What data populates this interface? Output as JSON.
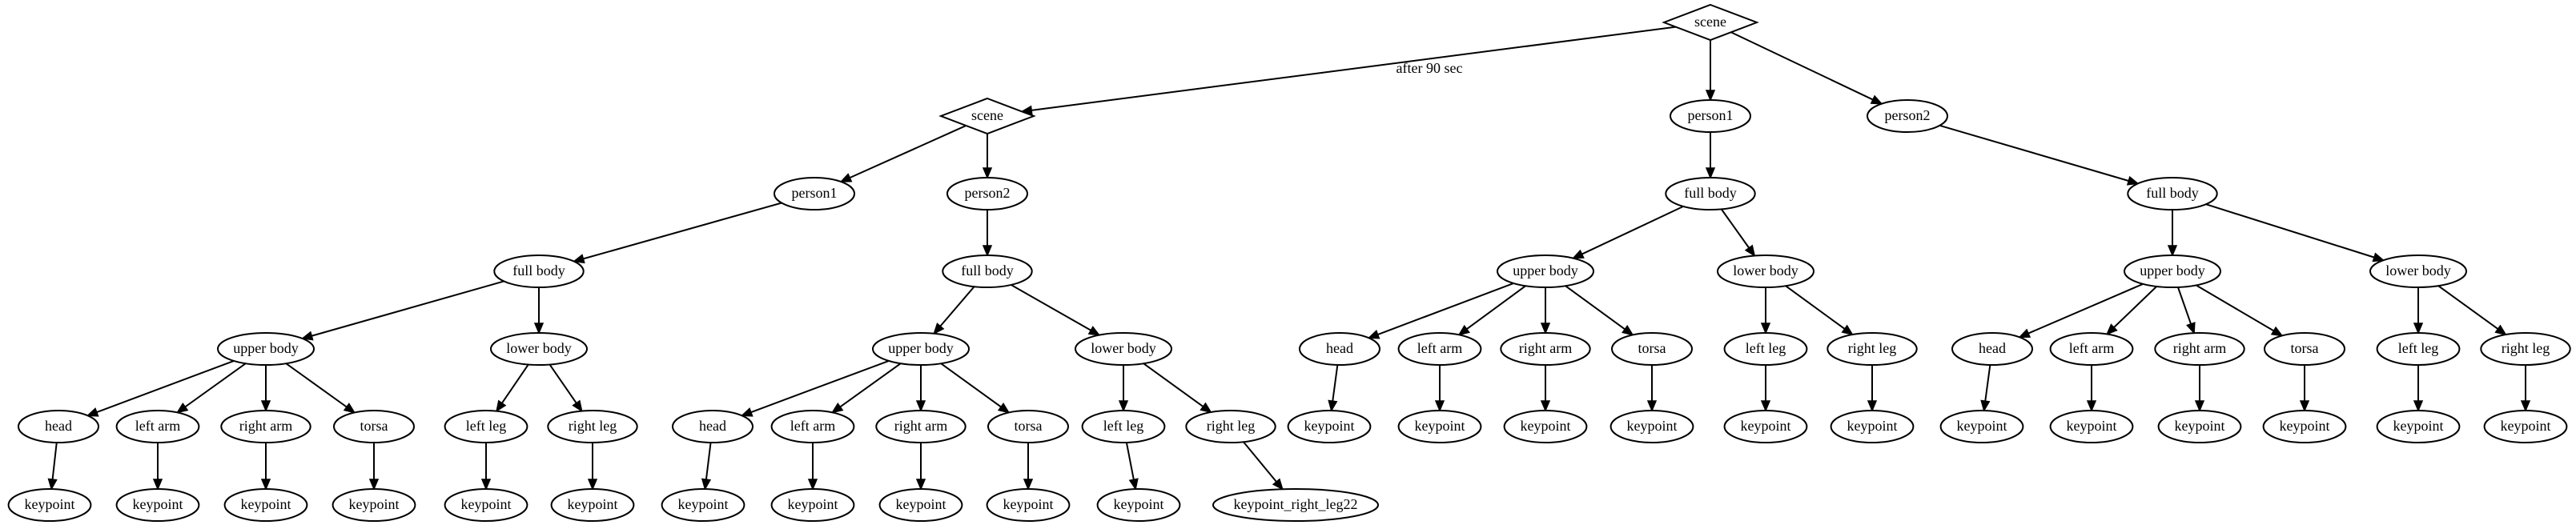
{
  "graph": {
    "nodes": [
      {
        "id": "n0",
        "label": "scene",
        "shape": "diamond"
      },
      {
        "id": "n1",
        "label": "scene",
        "shape": "diamond"
      },
      {
        "id": "n2",
        "label": "person1",
        "shape": "ellipse"
      },
      {
        "id": "n3",
        "label": "person2",
        "shape": "ellipse"
      },
      {
        "id": "n4",
        "label": "full body",
        "shape": "ellipse"
      },
      {
        "id": "n5",
        "label": "upper body",
        "shape": "ellipse"
      },
      {
        "id": "n6",
        "label": "lower body",
        "shape": "ellipse"
      },
      {
        "id": "n7",
        "label": "head",
        "shape": "ellipse"
      },
      {
        "id": "n8",
        "label": "left arm",
        "shape": "ellipse"
      },
      {
        "id": "n9",
        "label": "right arm",
        "shape": "ellipse"
      },
      {
        "id": "n10",
        "label": "torsa",
        "shape": "ellipse"
      },
      {
        "id": "n11",
        "label": "keypoint",
        "shape": "ellipse"
      },
      {
        "id": "n12",
        "label": "keypoint",
        "shape": "ellipse"
      },
      {
        "id": "n13",
        "label": "keypoint",
        "shape": "ellipse"
      },
      {
        "id": "n14",
        "label": "keypoint",
        "shape": "ellipse"
      },
      {
        "id": "n15",
        "label": "left leg",
        "shape": "ellipse"
      },
      {
        "id": "n16",
        "label": "right leg",
        "shape": "ellipse"
      },
      {
        "id": "n17",
        "label": "keypoint",
        "shape": "ellipse"
      },
      {
        "id": "n18",
        "label": "keypoint",
        "shape": "ellipse"
      },
      {
        "id": "n19",
        "label": "full body",
        "shape": "ellipse"
      },
      {
        "id": "n20",
        "label": "upper body",
        "shape": "ellipse"
      },
      {
        "id": "n21",
        "label": "lower body",
        "shape": "ellipse"
      },
      {
        "id": "n22",
        "label": "head",
        "shape": "ellipse"
      },
      {
        "id": "n23",
        "label": "left arm",
        "shape": "ellipse"
      },
      {
        "id": "n24",
        "label": "right arm",
        "shape": "ellipse"
      },
      {
        "id": "n25",
        "label": "torsa",
        "shape": "ellipse"
      },
      {
        "id": "n26",
        "label": "keypoint",
        "shape": "ellipse"
      },
      {
        "id": "n27",
        "label": "keypoint",
        "shape": "ellipse"
      },
      {
        "id": "n28",
        "label": "keypoint",
        "shape": "ellipse"
      },
      {
        "id": "n29",
        "label": "keypoint",
        "shape": "ellipse"
      },
      {
        "id": "n30",
        "label": "left leg",
        "shape": "ellipse"
      },
      {
        "id": "n31",
        "label": "right leg",
        "shape": "ellipse"
      },
      {
        "id": "n32",
        "label": "keypoint",
        "shape": "ellipse"
      },
      {
        "id": "n33",
        "label": "keypoint_right_leg22",
        "shape": "ellipse"
      },
      {
        "id": "n34",
        "label": "person1",
        "shape": "ellipse"
      },
      {
        "id": "n35",
        "label": "person2",
        "shape": "ellipse"
      },
      {
        "id": "n36",
        "label": "full body",
        "shape": "ellipse"
      },
      {
        "id": "n37",
        "label": "upper body",
        "shape": "ellipse"
      },
      {
        "id": "n38",
        "label": "lower body",
        "shape": "ellipse"
      },
      {
        "id": "n39",
        "label": "head",
        "shape": "ellipse"
      },
      {
        "id": "n40",
        "label": "left arm",
        "shape": "ellipse"
      },
      {
        "id": "n41",
        "label": "right arm",
        "shape": "ellipse"
      },
      {
        "id": "n42",
        "label": "torsa",
        "shape": "ellipse"
      },
      {
        "id": "n43",
        "label": "keypoint",
        "shape": "ellipse"
      },
      {
        "id": "n44",
        "label": "keypoint",
        "shape": "ellipse"
      },
      {
        "id": "n45",
        "label": "keypoint",
        "shape": "ellipse"
      },
      {
        "id": "n46",
        "label": "keypoint",
        "shape": "ellipse"
      },
      {
        "id": "n47",
        "label": "left leg",
        "shape": "ellipse"
      },
      {
        "id": "n48",
        "label": "right leg",
        "shape": "ellipse"
      },
      {
        "id": "n49",
        "label": "keypoint",
        "shape": "ellipse"
      },
      {
        "id": "n50",
        "label": "keypoint",
        "shape": "ellipse"
      },
      {
        "id": "n51",
        "label": "full body",
        "shape": "ellipse"
      },
      {
        "id": "n52",
        "label": "upper body",
        "shape": "ellipse"
      },
      {
        "id": "n53",
        "label": "lower body",
        "shape": "ellipse"
      },
      {
        "id": "n54",
        "label": "head",
        "shape": "ellipse"
      },
      {
        "id": "n55",
        "label": "left arm",
        "shape": "ellipse"
      },
      {
        "id": "n56",
        "label": "right arm",
        "shape": "ellipse"
      },
      {
        "id": "n57",
        "label": "torsa",
        "shape": "ellipse"
      },
      {
        "id": "n58",
        "label": "keypoint",
        "shape": "ellipse"
      },
      {
        "id": "n59",
        "label": "keypoint",
        "shape": "ellipse"
      },
      {
        "id": "n60",
        "label": "keypoint",
        "shape": "ellipse"
      },
      {
        "id": "n61",
        "label": "keypoint",
        "shape": "ellipse"
      },
      {
        "id": "n62",
        "label": "left leg",
        "shape": "ellipse"
      },
      {
        "id": "n63",
        "label": "right leg",
        "shape": "ellipse"
      },
      {
        "id": "n64",
        "label": "keypoint",
        "shape": "ellipse"
      },
      {
        "id": "n65",
        "label": "keypoint",
        "shape": "ellipse"
      }
    ],
    "edges": [
      {
        "from": "n0",
        "to": "n1",
        "label": "after 90 sec"
      },
      {
        "from": "n0",
        "to": "n34"
      },
      {
        "from": "n0",
        "to": "n35"
      },
      {
        "from": "n1",
        "to": "n2"
      },
      {
        "from": "n1",
        "to": "n3"
      },
      {
        "from": "n2",
        "to": "n4"
      },
      {
        "from": "n4",
        "to": "n5"
      },
      {
        "from": "n4",
        "to": "n6"
      },
      {
        "from": "n5",
        "to": "n7"
      },
      {
        "from": "n5",
        "to": "n8"
      },
      {
        "from": "n5",
        "to": "n9"
      },
      {
        "from": "n5",
        "to": "n10"
      },
      {
        "from": "n7",
        "to": "n11"
      },
      {
        "from": "n8",
        "to": "n12"
      },
      {
        "from": "n9",
        "to": "n13"
      },
      {
        "from": "n10",
        "to": "n14"
      },
      {
        "from": "n6",
        "to": "n15"
      },
      {
        "from": "n6",
        "to": "n16"
      },
      {
        "from": "n15",
        "to": "n17"
      },
      {
        "from": "n16",
        "to": "n18"
      },
      {
        "from": "n3",
        "to": "n19"
      },
      {
        "from": "n19",
        "to": "n20"
      },
      {
        "from": "n19",
        "to": "n21"
      },
      {
        "from": "n20",
        "to": "n22"
      },
      {
        "from": "n20",
        "to": "n23"
      },
      {
        "from": "n20",
        "to": "n24"
      },
      {
        "from": "n20",
        "to": "n25"
      },
      {
        "from": "n22",
        "to": "n26"
      },
      {
        "from": "n23",
        "to": "n27"
      },
      {
        "from": "n24",
        "to": "n28"
      },
      {
        "from": "n25",
        "to": "n29"
      },
      {
        "from": "n21",
        "to": "n30"
      },
      {
        "from": "n21",
        "to": "n31"
      },
      {
        "from": "n30",
        "to": "n32"
      },
      {
        "from": "n31",
        "to": "n33"
      },
      {
        "from": "n34",
        "to": "n36"
      },
      {
        "from": "n36",
        "to": "n37"
      },
      {
        "from": "n36",
        "to": "n38"
      },
      {
        "from": "n37",
        "to": "n39"
      },
      {
        "from": "n37",
        "to": "n40"
      },
      {
        "from": "n37",
        "to": "n41"
      },
      {
        "from": "n37",
        "to": "n42"
      },
      {
        "from": "n39",
        "to": "n43"
      },
      {
        "from": "n40",
        "to": "n44"
      },
      {
        "from": "n41",
        "to": "n45"
      },
      {
        "from": "n42",
        "to": "n46"
      },
      {
        "from": "n38",
        "to": "n47"
      },
      {
        "from": "n38",
        "to": "n48"
      },
      {
        "from": "n47",
        "to": "n49"
      },
      {
        "from": "n48",
        "to": "n50"
      },
      {
        "from": "n35",
        "to": "n51"
      },
      {
        "from": "n51",
        "to": "n52"
      },
      {
        "from": "n51",
        "to": "n53"
      },
      {
        "from": "n52",
        "to": "n54"
      },
      {
        "from": "n52",
        "to": "n55"
      },
      {
        "from": "n52",
        "to": "n56"
      },
      {
        "from": "n52",
        "to": "n57"
      },
      {
        "from": "n54",
        "to": "n58"
      },
      {
        "from": "n55",
        "to": "n59"
      },
      {
        "from": "n56",
        "to": "n60"
      },
      {
        "from": "n57",
        "to": "n61"
      },
      {
        "from": "n53",
        "to": "n62"
      },
      {
        "from": "n53",
        "to": "n63"
      },
      {
        "from": "n62",
        "to": "n64"
      },
      {
        "from": "n63",
        "to": "n65"
      }
    ]
  }
}
